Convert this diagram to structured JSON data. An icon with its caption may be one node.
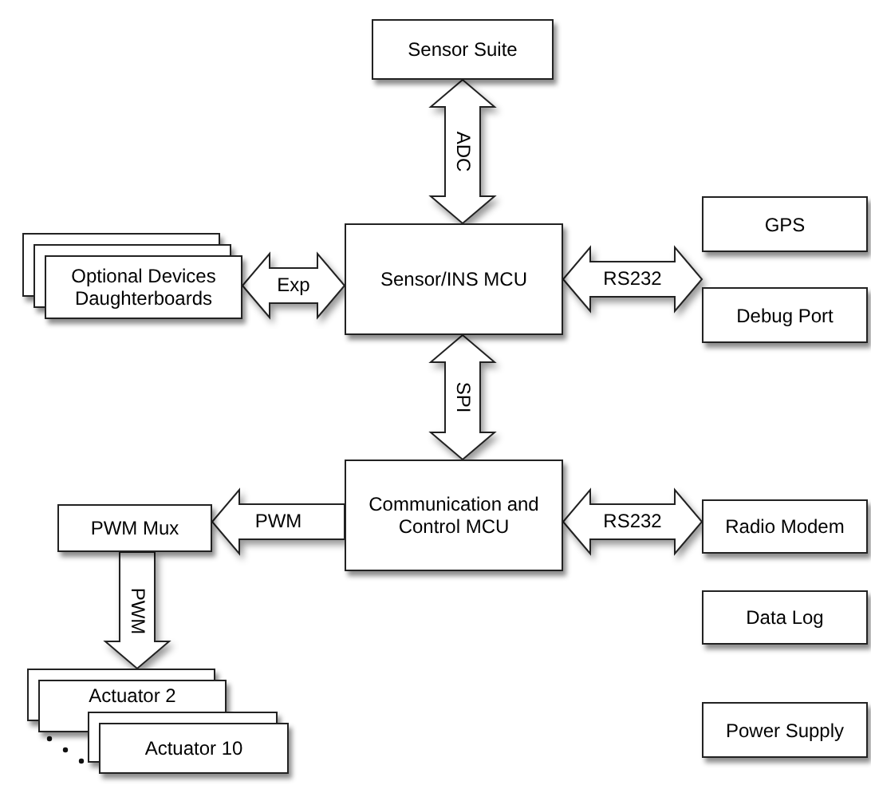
{
  "diagram": {
    "nodes": [
      {
        "text": [
          "Sensor Suite"
        ]
      },
      {
        "text": [
          "Optional Devices Daughterboards"
        ]
      },
      {
        "text": [
          "Sensor/INS MCU"
        ]
      },
      {
        "text": [
          "GPS"
        ]
      },
      {
        "text": [
          "Debug Port"
        ]
      },
      {
        "text": [
          "PWM Mux"
        ]
      },
      {
        "text": [
          "Communication and Control MCU"
        ]
      },
      {
        "text": [
          "Radio Modem"
        ]
      },
      {
        "text": [
          "Data Log"
        ]
      },
      {
        "text": [
          "Actuator 2"
        ]
      },
      {
        "text": [
          "Actuator 10"
        ]
      },
      {
        "text": [
          "Power Supply"
        ]
      }
    ],
    "edges": [
      {
        "from": 0,
        "to": 2,
        "arrow": "both",
        "label": "ADC"
      },
      {
        "from": 1,
        "to": 2,
        "arrow": "both",
        "label": "Exp"
      },
      {
        "from": 2,
        "to": 3,
        "arrow": "both",
        "label": "RS232"
      },
      {
        "from": 2,
        "to": 4,
        "arrow": "both"
      },
      {
        "from": 2,
        "to": 6,
        "arrow": "both",
        "label": "SPI"
      },
      {
        "from": 6,
        "to": 5,
        "arrow": "to",
        "label": "PWM"
      },
      {
        "from": 6,
        "to": 7,
        "arrow": "both",
        "label": "RS232"
      },
      {
        "from": 6,
        "to": 8,
        "arrow": "both"
      },
      {
        "from": 5,
        "to": 9,
        "arrow": "to",
        "label": "PWM"
      }
    ]
  }
}
